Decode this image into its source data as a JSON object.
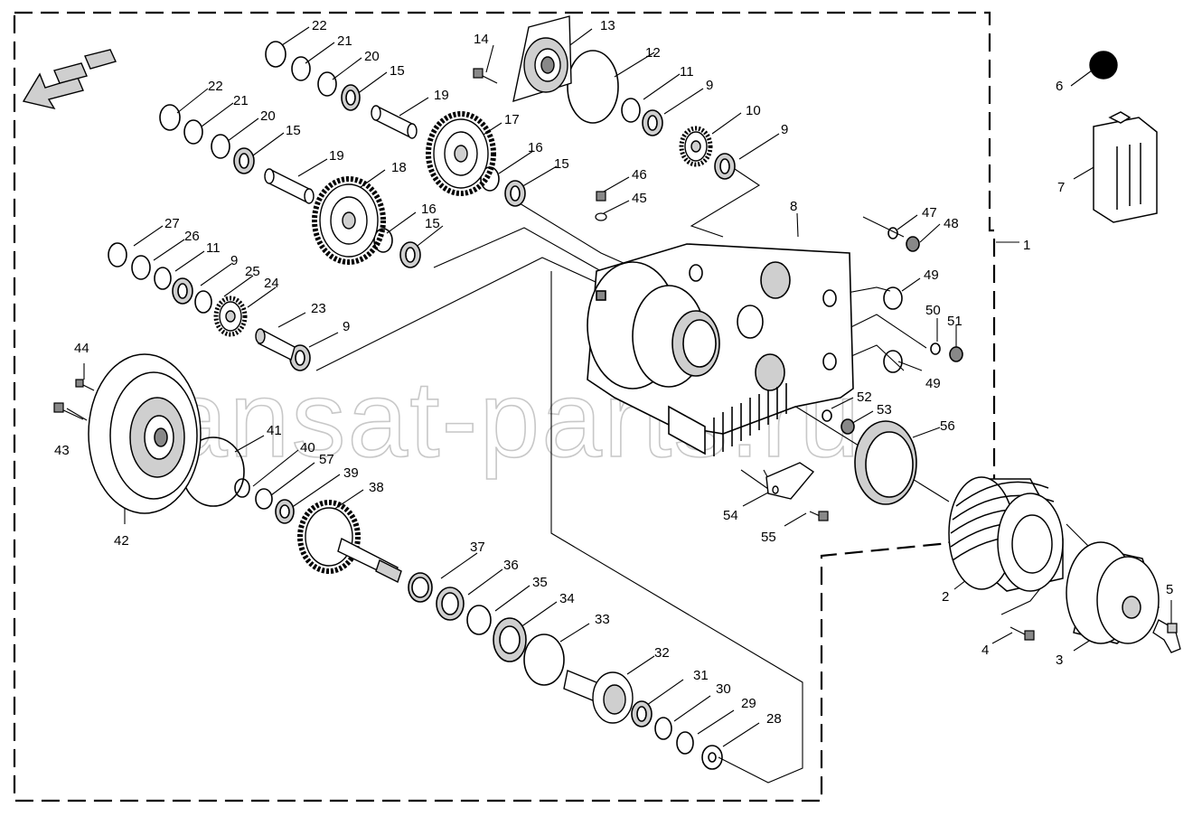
{
  "watermark": "ansat-parts.ru",
  "colors": {
    "line": "#000000",
    "part_fill": "#ffffff",
    "shade": "#cfcfcf",
    "dark": "#888888",
    "watermark": "#c8c8c8"
  },
  "callouts": [
    "22",
    "21",
    "20",
    "15",
    "14",
    "13",
    "12",
    "11",
    "9",
    "22",
    "21",
    "20",
    "15",
    "19",
    "17",
    "10",
    "9",
    "19",
    "18",
    "16",
    "15",
    "46",
    "45",
    "8",
    "47",
    "48",
    "16",
    "15",
    "27",
    "26",
    "11",
    "9",
    "25",
    "24",
    "23",
    "9",
    "49",
    "50",
    "51",
    "44",
    "43",
    "52",
    "53",
    "49",
    "56",
    "41",
    "40",
    "57",
    "39",
    "38",
    "42",
    "54",
    "55",
    "37",
    "36",
    "35",
    "34",
    "33",
    "32",
    "31",
    "30",
    "29",
    "28",
    "6",
    "7",
    "1",
    "2",
    "4",
    "5",
    "3"
  ]
}
